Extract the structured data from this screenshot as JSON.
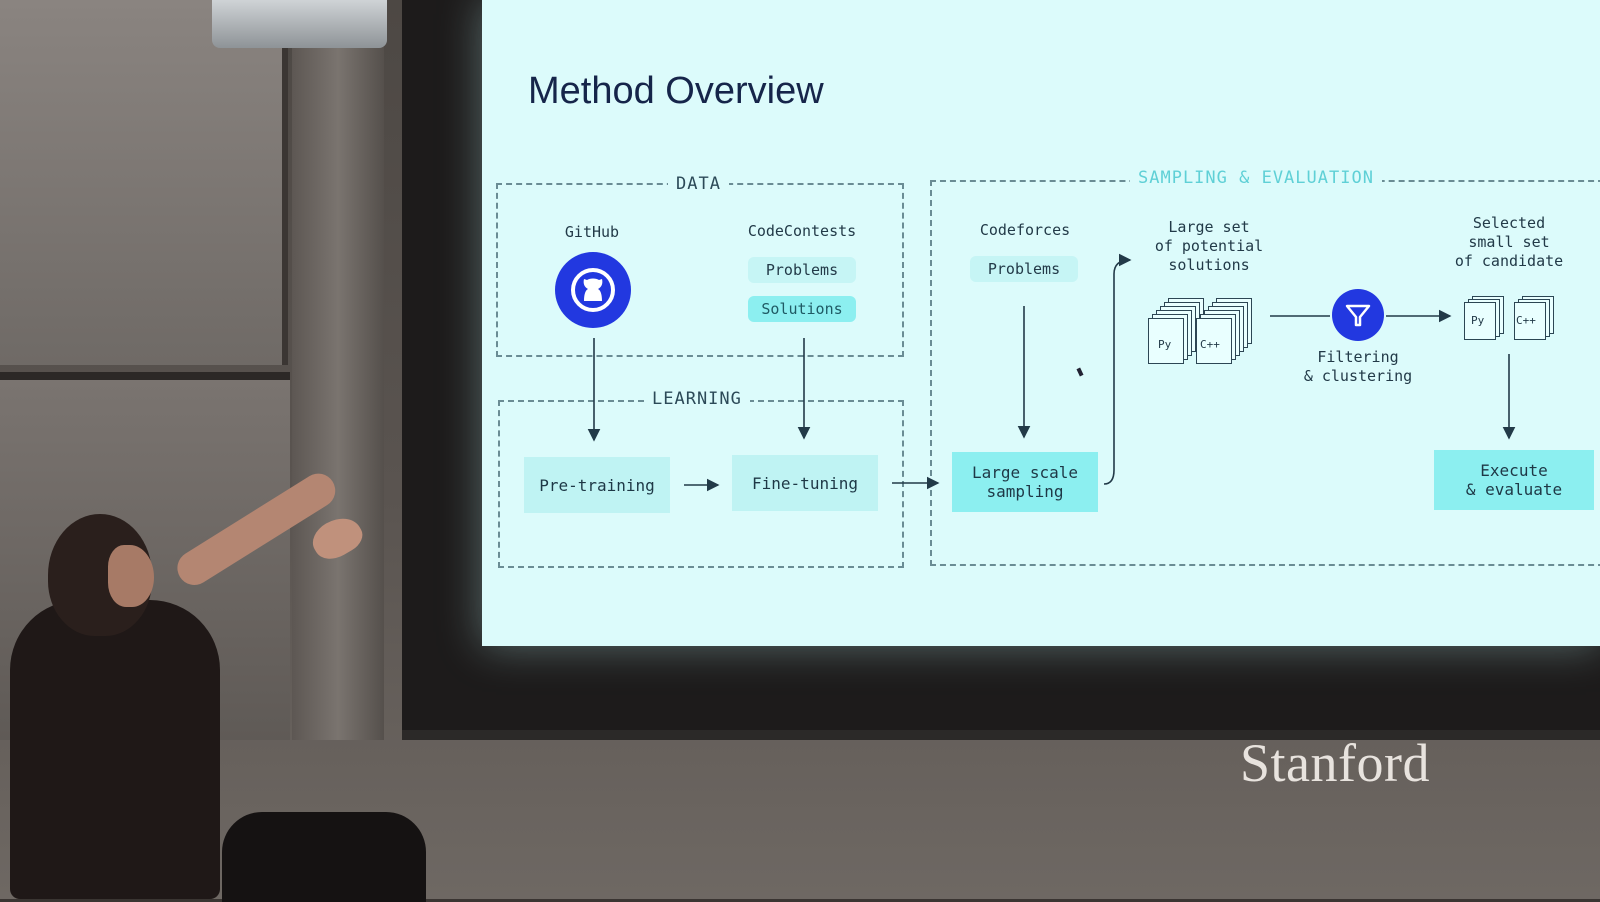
{
  "slide": {
    "title": "Method Overview",
    "sections": {
      "data": "DATA",
      "learning": "LEARNING",
      "sampling": "SAMPLING & EVALUATION"
    },
    "data_sources": {
      "github": "GitHub",
      "codecontests": "CodeContests",
      "problems": "Problems",
      "solutions": "Solutions"
    },
    "learning_stages": {
      "pretraining": "Pre-training",
      "finetuning": "Fine-tuning"
    },
    "sampling": {
      "codeforces": "Codeforces",
      "problems": "Problems",
      "large_scale_line1": "Large scale",
      "large_scale_line2": "sampling",
      "large_set_line1": "Large set",
      "large_set_line2": "of potential",
      "large_set_line3": "solutions",
      "filtering_line1": "Filtering",
      "filtering_line2": "& clustering",
      "selected_line1": "Selected",
      "selected_line2": "small set",
      "selected_line3": "of candidate",
      "execute_line1": "Execute",
      "execute_line2": "& evaluate",
      "py_label": "Py",
      "cpp_label": "C++"
    }
  },
  "watermark": "Stanford",
  "colors": {
    "slide_bg": "#dcfbfb",
    "accent_blue": "#2238e0",
    "stage_fill": "#bff3f3",
    "highlight_fill": "#8ceff0"
  },
  "icons": [
    "github-icon",
    "filter-funnel-icon",
    "file-stack-icon"
  ]
}
